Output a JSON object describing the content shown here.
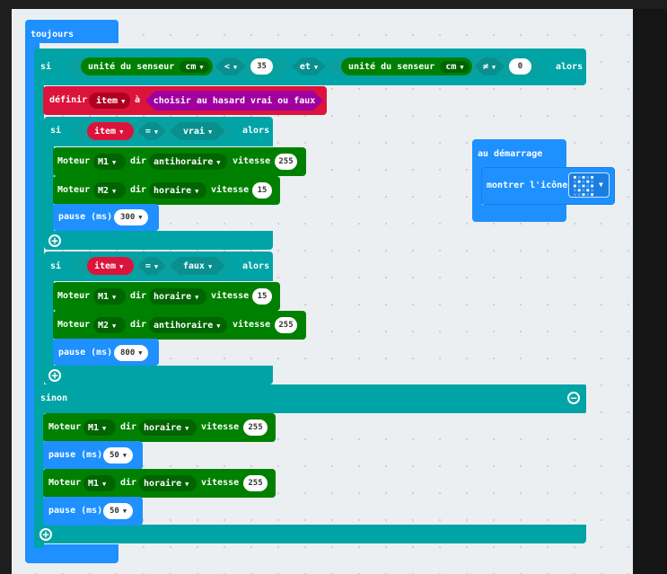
{
  "forever": {
    "label": "toujours"
  },
  "colors": {
    "basic": "#1e90ff",
    "logic": "#00a4a6",
    "motor": "#008000",
    "variables": "#dc143c",
    "toggle": "#a000a0"
  },
  "outer_if": {
    "si": "si",
    "left": {
      "label": "unité du senseur",
      "unit": "cm"
    },
    "op1": "<",
    "val1": "35",
    "et": "et",
    "right": {
      "label": "unité du senseur",
      "unit": "cm"
    },
    "op2": "≠",
    "val2": "0",
    "alors": "alors",
    "sinon": "sinon"
  },
  "set_item": {
    "definir": "définir",
    "var": "item",
    "a": "à",
    "value": "choisir au hasard vrai ou faux"
  },
  "if_vrai": {
    "si": "si",
    "var": "item",
    "op": "=",
    "value": "vrai",
    "alors": "alors",
    "motor1": {
      "moteur": "Moteur",
      "motor": "M1",
      "dir": "dir",
      "direction": "antihoraire",
      "vitesse": "vitesse",
      "speed": "255"
    },
    "motor2": {
      "moteur": "Moteur",
      "motor": "M2",
      "dir": "dir",
      "direction": "horaire",
      "vitesse": "vitesse",
      "speed": "15"
    },
    "pause": {
      "label": "pause (ms)",
      "value": "300"
    }
  },
  "if_faux": {
    "si": "si",
    "var": "item",
    "op": "=",
    "value": "faux",
    "alors": "alors",
    "motor1": {
      "moteur": "Moteur",
      "motor": "M1",
      "dir": "dir",
      "direction": "horaire",
      "vitesse": "vitesse",
      "speed": "15"
    },
    "motor2": {
      "moteur": "Moteur",
      "motor": "M2",
      "dir": "dir",
      "direction": "antihoraire",
      "vitesse": "vitesse",
      "speed": "255"
    },
    "pause": {
      "label": "pause (ms)",
      "value": "800"
    }
  },
  "else_branch": {
    "motor1": {
      "moteur": "Moteur",
      "motor": "M1",
      "dir": "dir",
      "direction": "horaire",
      "vitesse": "vitesse",
      "speed": "255"
    },
    "pause1": {
      "label": "pause (ms)",
      "value": "50"
    },
    "motor2": {
      "moteur": "Moteur",
      "motor": "M1",
      "dir": "dir",
      "direction": "horaire",
      "vitesse": "vitesse",
      "speed": "255"
    },
    "pause2": {
      "label": "pause (ms)",
      "value": "50"
    }
  },
  "on_start": {
    "label": "au démarrage",
    "show_icon": "montrer l'icône",
    "icon": "checkerboard-pattern"
  }
}
